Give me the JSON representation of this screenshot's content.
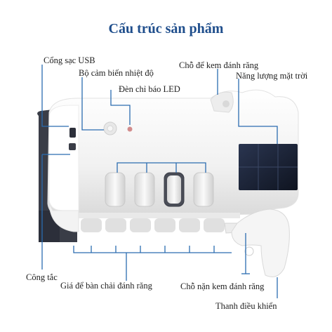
{
  "title": "Cấu trúc sản phẩm",
  "labels": {
    "charging_port": "Cổng sạc USB",
    "temp_sensor": "Bộ cảm biến nhiệt độ",
    "led": "Đèn chỉ báo LED",
    "paste_holder": "Chỗ để kem đánh răng",
    "solar": "Năng lượng mặt trời",
    "switch": "Công tắc",
    "brush_holder": "Giá để bàn chải đánh răng",
    "paste_squeezer": "Chỗ nặn kem đánh răng",
    "lever": "Thanh điều khiển"
  },
  "colors": {
    "title": "#1f4e8c",
    "leader_line": "#2b6cb0",
    "body": "#f4f4f4",
    "dark_panel": "#2c2f3a",
    "solar": "#1b2233"
  }
}
